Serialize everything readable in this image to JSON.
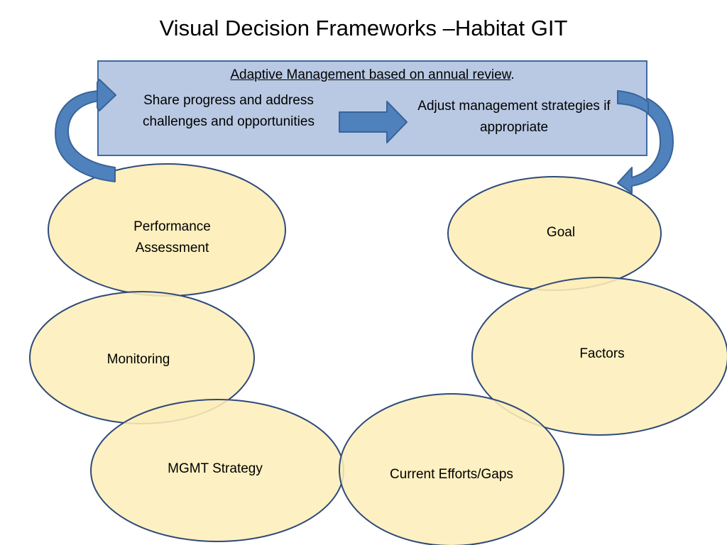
{
  "title": "Visual Decision Frameworks –Habitat GIT",
  "review_box": {
    "heading": "Adaptive Management based on annual review",
    "heading_suffix": ".",
    "left_text": "Share progress and address challenges and opportunities",
    "right_text": "Adjust management strategies if appropriate"
  },
  "nodes": {
    "performance_assessment": "Performance Assessment",
    "monitoring": "Monitoring",
    "mgmt_strategy": "MGMT Strategy",
    "current_efforts": "Current Efforts/Gaps",
    "factors": "Factors",
    "goal": "Goal"
  },
  "colors": {
    "node_fill": "#fdeeb9",
    "node_stroke": "#2f4a7a",
    "panel_fill": "#b9c9e3",
    "panel_stroke": "#3d6aa2",
    "arrow_fill": "#4f81bd",
    "arrow_stroke": "#3a6497"
  }
}
